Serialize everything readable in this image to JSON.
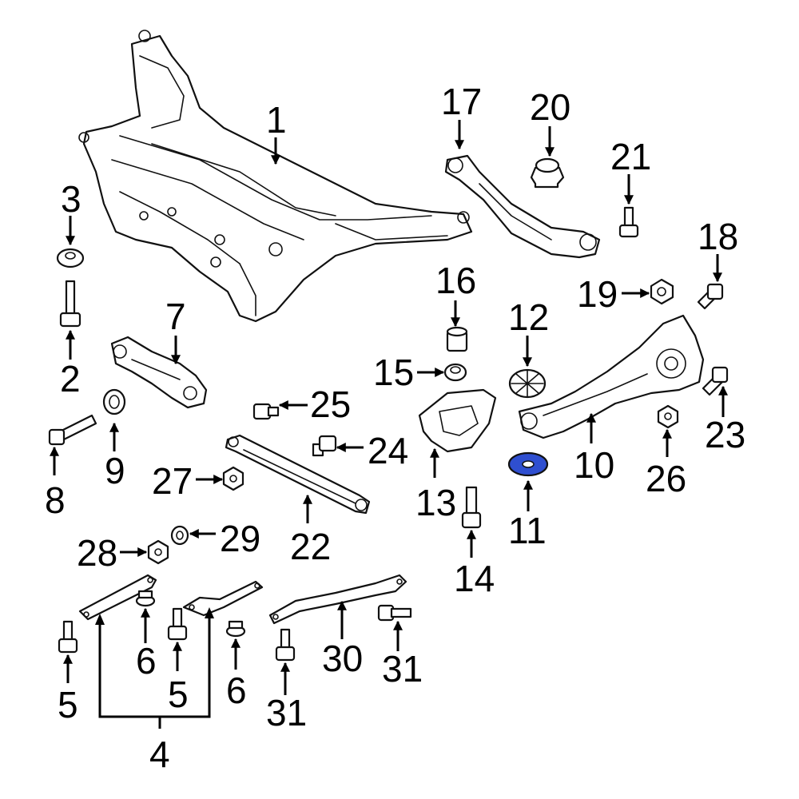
{
  "callouts": {
    "c1": "1",
    "c2": "2",
    "c3": "3",
    "c4": "4",
    "c5a": "5",
    "c5b": "5",
    "c6a": "6",
    "c6b": "6",
    "c7": "7",
    "c8": "8",
    "c9": "9",
    "c10": "10",
    "c11": "11",
    "c12": "12",
    "c13": "13",
    "c14": "14",
    "c15": "15",
    "c16": "16",
    "c17": "17",
    "c18": "18",
    "c19": "19",
    "c20": "20",
    "c21": "21",
    "c22": "22",
    "c23": "23",
    "c24": "24",
    "c25": "25",
    "c26": "26",
    "c27": "27",
    "c28": "28",
    "c29": "29",
    "c30": "30",
    "c31a": "31",
    "c31b": "31"
  },
  "highlighted_part": "11",
  "colors": {
    "highlight": "#2f4fd0",
    "line": "#111111"
  }
}
